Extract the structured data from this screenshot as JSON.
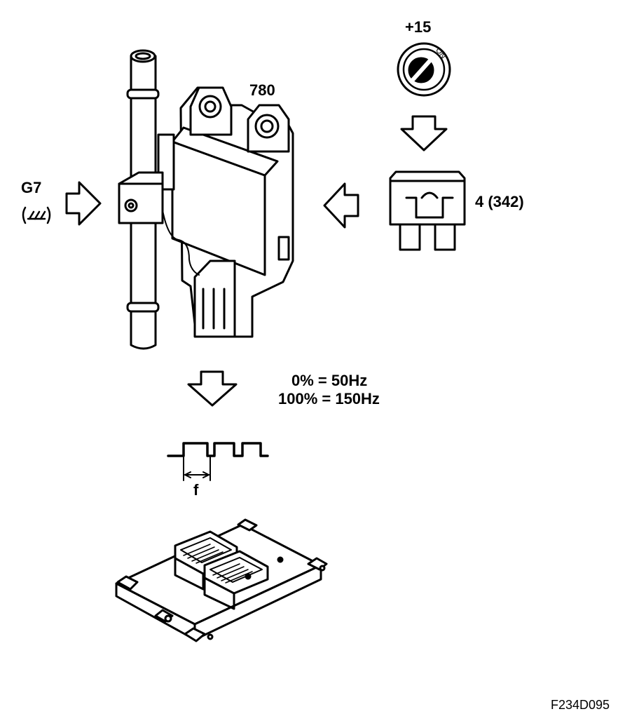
{
  "labels": {
    "ignition": "+15",
    "sensor_number": "780",
    "ground_name": "G7",
    "fuse": "4 (342)",
    "freq_low": "0% = 50Hz",
    "freq_high": "100% = 150Hz",
    "frequency_symbol": "f",
    "figure_id": "F234D095",
    "ignition_on": "ON"
  },
  "icons": [
    "ignition-switch-icon",
    "fuse-icon",
    "ground-symbol-icon",
    "fuel-composition-sensor",
    "engine-control-module",
    "square-wave-signal-icon"
  ]
}
